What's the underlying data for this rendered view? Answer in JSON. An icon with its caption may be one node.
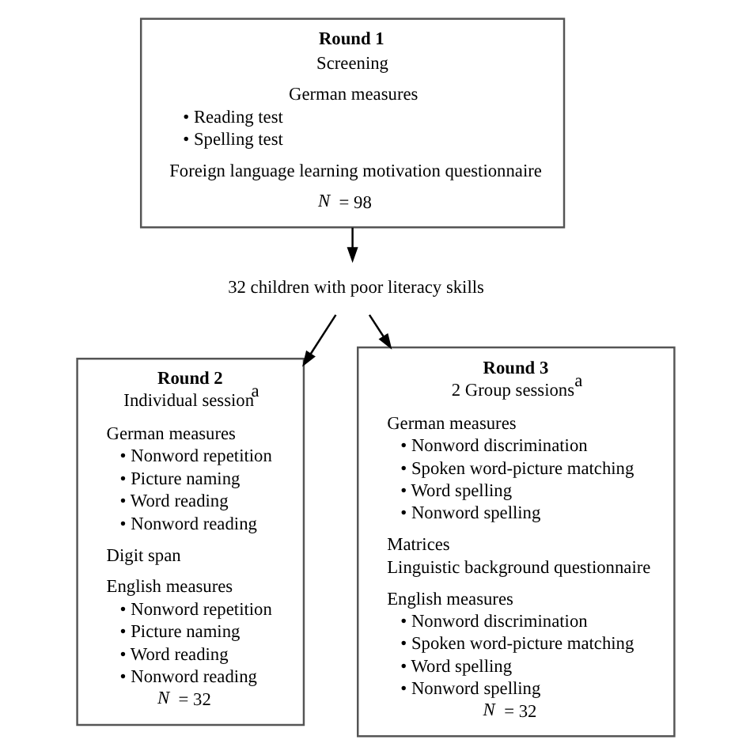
{
  "diagram": {
    "nodes": [
      {
        "text": [
          "Round 1",
          "Screening",
          "German measures",
          "• Reading test",
          "• Spelling test",
          "Foreign language learning motivation questionnaire",
          "*N* = 98"
        ]
      },
      {
        "text": [
          "32 children with poor literacy skills"
        ]
      },
      {
        "text": [
          "Round 2",
          "Individual session$^{a}$",
          "German measures",
          "• Nonword repetition",
          "• Picture naming",
          "• Word reading",
          "• Nonword reading",
          "Digit span",
          "English measures",
          "• Nonword repetition",
          "• Picture naming",
          "• Word reading",
          "• Nonword reading",
          "*N* = 32"
        ]
      },
      {
        "text": [
          "Round 3",
          "2 Group sessions$^{a}$",
          "German measures",
          "• Nonword discrimination",
          "• Spoken word-picture matching",
          "• Word spelling",
          "• Nonword spelling",
          "Matrices",
          "Linguistic background questionnaire",
          "English measures",
          "• Nonword discrimination",
          "• Spoken word-picture matching",
          "• Word spelling",
          "• Nonword spelling",
          "*N* = 32"
        ]
      }
    ],
    "edges": [
      {
        "from": 0,
        "to": 1,
        "arrow": "to"
      },
      {
        "from": 1,
        "to": 2,
        "arrow": "to"
      },
      {
        "from": 1,
        "to": 3,
        "arrow": "to"
      }
    ]
  }
}
